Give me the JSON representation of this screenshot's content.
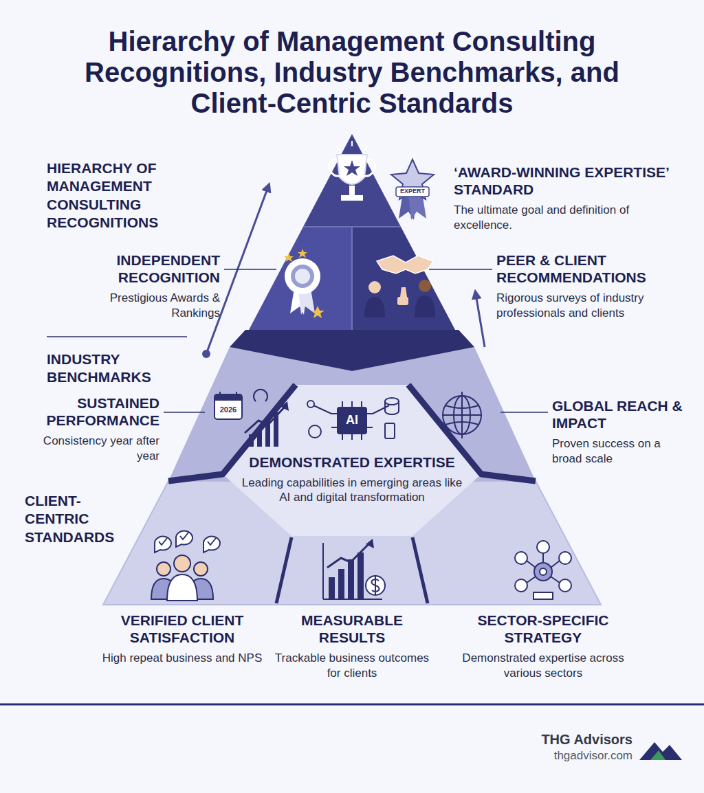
{
  "diagram": {
    "title": "Hierarchy of Management Consulting Recognitions, Industry Benchmarks, and Client-Centric Standards",
    "nodes": [
      {
        "text": [
          "‘AWARD-WINNING EXPERTISE’ STANDARD",
          "The ultimate goal and definition of excellence."
        ]
      },
      {
        "text": [
          "INDEPENDENT RECOGNITION",
          "Prestigious Awards & Rankings"
        ]
      },
      {
        "text": [
          "PEER & CLIENT RECOMMENDATIONS",
          "Rigorous surveys of industry professionals and clients"
        ]
      },
      {
        "text": [
          "SUSTAINED PERFORMANCE",
          "Consistency year after year"
        ]
      },
      {
        "text": [
          "DEMONSTRATED EXPERTISE",
          "Leading capabilities in emerging areas like AI and digital transformation"
        ]
      },
      {
        "text": [
          "GLOBAL REACH & IMPACT",
          "Proven success on a broad scale"
        ]
      },
      {
        "text": [
          "VERIFIED CLIENT SATISFACTION",
          "High repeat business and NPS"
        ]
      },
      {
        "text": [
          "MEASURABLE RESULTS",
          "Trackable business outcomes for clients"
        ]
      },
      {
        "text": [
          "SECTOR-SPECIFIC STRATEGY",
          "Demonstrated expertise across various sectors"
        ]
      }
    ],
    "labels": [
      "HIERARCHY OF MANAGEMENT CONSULTING RECOGNITIONS",
      "INDUSTRY BENCHMARKS",
      "CLIENT-CENTRIC STANDARDS",
      "EXPERT",
      "2026",
      "AI",
      "THG Advisors",
      "thgadvisor.com"
    ]
  }
}
